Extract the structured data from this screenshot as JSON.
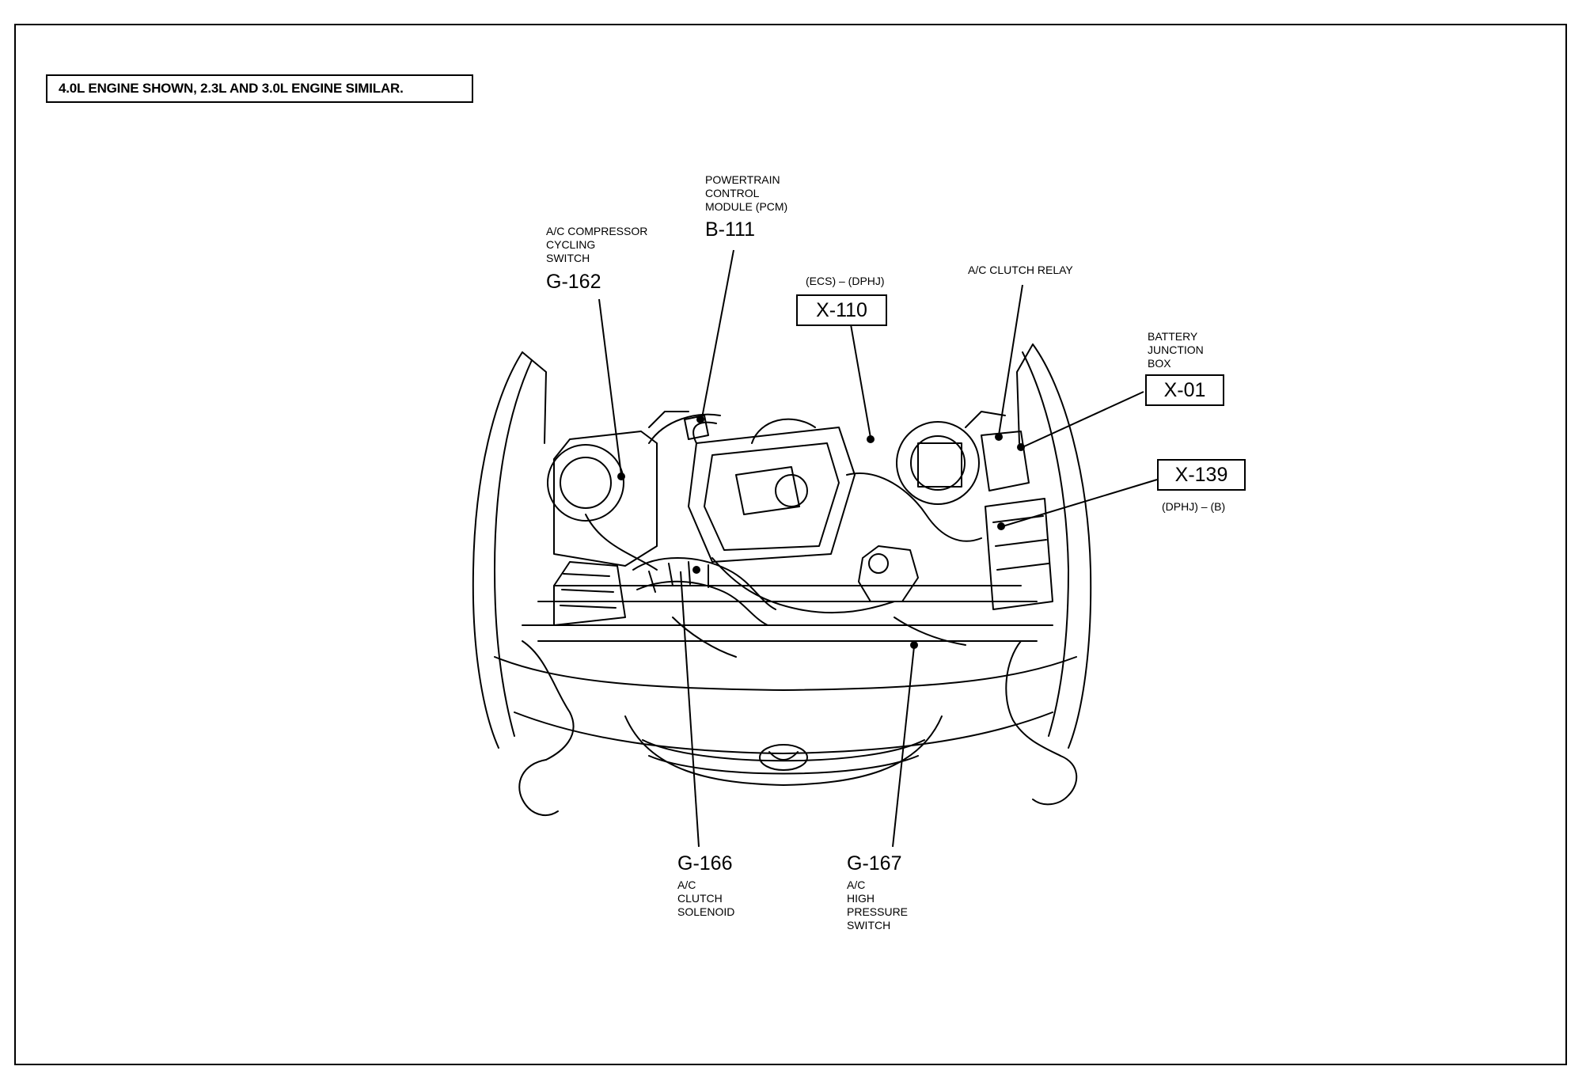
{
  "note": "4.0L ENGINE SHOWN, 2.3L AND 3.0L ENGINE SIMILAR.",
  "callouts": {
    "ac_cycling": {
      "desc": "A/C COMPRESSOR\nCYCLING\nSWITCH",
      "code": "G-162"
    },
    "pcm": {
      "desc": "POWERTRAIN\nCONTROL\nMODULE (PCM)",
      "code": "B-111"
    },
    "x110": {
      "note": "(ECS) – (DPHJ)",
      "code": "X-110"
    },
    "ac_relay": {
      "desc": "A/C CLUTCH RELAY"
    },
    "bjb": {
      "desc": "BATTERY\nJUNCTION\nBOX",
      "code": "X-01"
    },
    "x139": {
      "code": "X-139",
      "note": "(DPHJ) – (B)"
    },
    "g166": {
      "code": "G-166",
      "desc": "A/C\nCLUTCH\nSOLENOID"
    },
    "g167": {
      "code": "G-167",
      "desc": "A/C\nHIGH\nPRESSURE\nSWITCH"
    }
  }
}
